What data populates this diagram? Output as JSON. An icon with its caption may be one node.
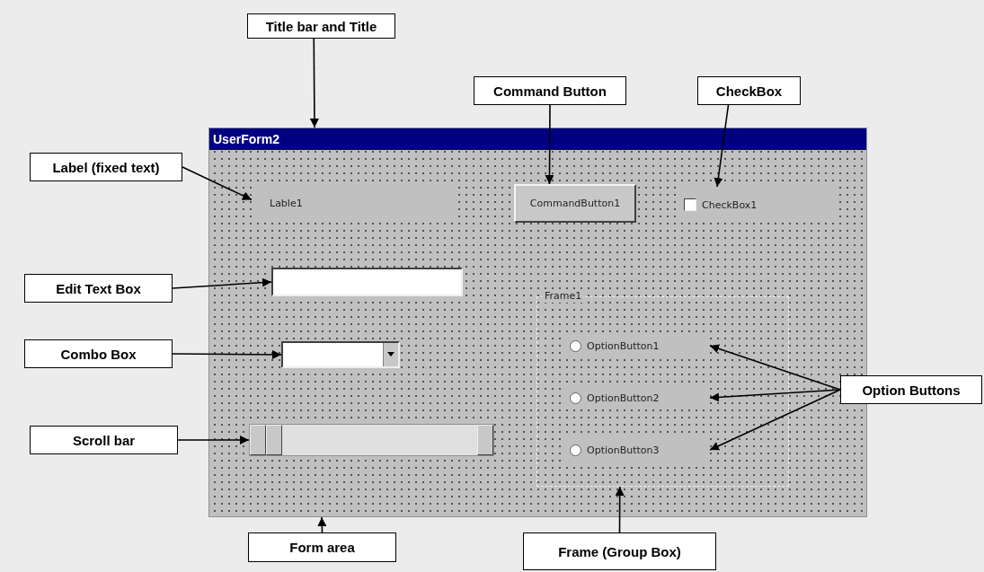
{
  "diagram": {
    "nodes": [
      {
        "text": [
          "Title bar and Title"
        ]
      },
      {
        "text": [
          "Command Button"
        ]
      },
      {
        "text": [
          "CheckBox"
        ]
      },
      {
        "text": [
          "Label (fixed text)"
        ]
      },
      {
        "text": [
          "Edit Text Box"
        ]
      },
      {
        "text": [
          "Combo Box"
        ]
      },
      {
        "text": [
          "Scroll bar"
        ]
      },
      {
        "text": [
          "Option Buttons"
        ]
      },
      {
        "text": [
          "Form area"
        ]
      },
      {
        "text": [
          "Frame (Group Box)"
        ]
      },
      {
        "text": [
          "UserForm2"
        ]
      },
      {
        "text": [
          "Lable1"
        ],
        "in": 10
      },
      {
        "text": [
          "CommandButton1"
        ],
        "in": 10
      },
      {
        "text": [
          "CheckBox1"
        ],
        "in": 10
      },
      {
        "text": [],
        "shape": "box",
        "in": 10
      },
      {
        "text": [],
        "shape": "box",
        "in": 10
      },
      {
        "text": [],
        "shape": "bar",
        "in": 10
      },
      {
        "text": [
          "Frame1"
        ],
        "in": 10
      },
      {
        "text": [
          "OptionButton1"
        ],
        "in": 17
      },
      {
        "text": [
          "OptionButton2"
        ],
        "in": 17
      },
      {
        "text": [
          "OptionButton3"
        ],
        "in": 17
      }
    ],
    "edges": [
      {
        "from": 0,
        "to": 10,
        "arrow": "to"
      },
      {
        "from": 1,
        "to": 12,
        "arrow": "to"
      },
      {
        "from": 2,
        "to": 13,
        "arrow": "to"
      },
      {
        "from": 3,
        "to": 11,
        "arrow": "to"
      },
      {
        "from": 4,
        "to": 14,
        "arrow": "to"
      },
      {
        "from": 5,
        "to": 15,
        "arrow": "to"
      },
      {
        "from": 6,
        "to": 16,
        "arrow": "to"
      },
      {
        "from": 7,
        "to": 18,
        "arrow": "to"
      },
      {
        "from": 7,
        "to": 19,
        "arrow": "to"
      },
      {
        "from": 7,
        "to": 20,
        "arrow": "to"
      },
      {
        "from": 8,
        "to": 10,
        "arrow": "to"
      },
      {
        "from": 9,
        "to": 17,
        "arrow": "to"
      }
    ]
  }
}
